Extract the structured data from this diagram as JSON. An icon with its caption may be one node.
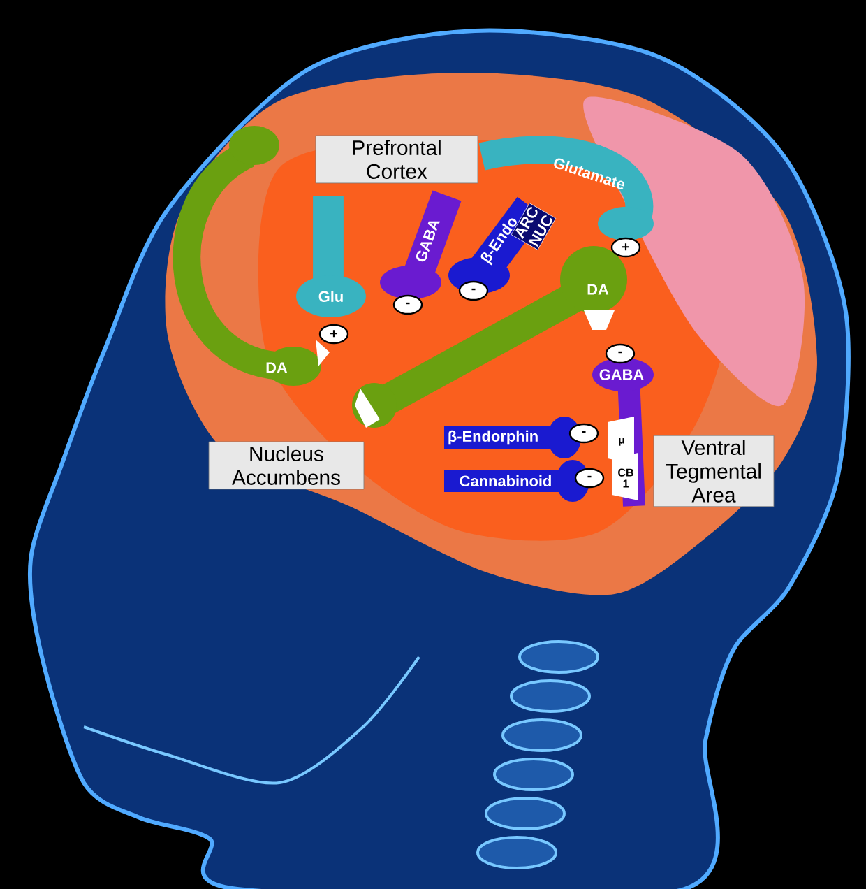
{
  "diagram": {
    "nodes": [
      {
        "text": [
          "Prefrontal Cortex"
        ]
      },
      {
        "text": [
          "Nucleus Accumbens"
        ]
      },
      {
        "text": [
          "Ventral Tegmental Area"
        ]
      },
      {
        "text": [
          "Glutamate"
        ]
      },
      {
        "text": [
          "Glu"
        ]
      },
      {
        "text": [
          "GABA"
        ]
      },
      {
        "text": [
          "β-Endo"
        ]
      },
      {
        "text": [
          "ARC NUC"
        ]
      },
      {
        "text": [
          "DA"
        ]
      },
      {
        "text": [
          "DA"
        ]
      },
      {
        "text": [
          "GABA"
        ]
      },
      {
        "text": [
          "β-Endorphin"
        ]
      },
      {
        "text": [
          "Cannabinoid"
        ]
      }
    ],
    "labels": [
      "+",
      "+",
      "-",
      "-",
      "-",
      "μ",
      "CB 1",
      "-",
      "-"
    ]
  }
}
